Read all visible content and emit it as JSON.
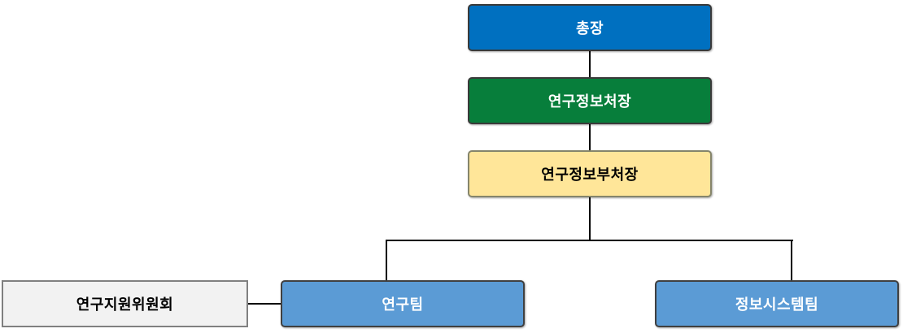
{
  "diagram": {
    "type": "org-chart",
    "nodes": [
      {
        "id": "president",
        "label": "총장",
        "fill": "#0070C0",
        "text_color": "#FFFFFF"
      },
      {
        "id": "research-info-director",
        "label": "연구정보처장",
        "fill": "#077E3B",
        "text_color": "#FFFFFF"
      },
      {
        "id": "research-info-deputy-director",
        "label": "연구정보부처장",
        "fill": "#FFE699",
        "text_color": "#000000"
      },
      {
        "id": "research-support-committee",
        "label": "연구지원위원회",
        "fill": "#F2F2F2",
        "text_color": "#000000"
      },
      {
        "id": "research-team",
        "label": "연구팀",
        "fill": "#5B9BD5",
        "text_color": "#FFFFFF"
      },
      {
        "id": "info-system-team",
        "label": "정보시스템팀",
        "fill": "#5B9BD5",
        "text_color": "#FFFFFF"
      }
    ],
    "edges": [
      {
        "from": "president",
        "to": "research-info-director",
        "style": "vertical"
      },
      {
        "from": "research-info-director",
        "to": "research-info-deputy-director",
        "style": "vertical"
      },
      {
        "from": "research-info-deputy-director",
        "to": "research-team",
        "style": "elbow"
      },
      {
        "from": "research-info-deputy-director",
        "to": "info-system-team",
        "style": "elbow"
      },
      {
        "from": "research-support-committee",
        "to": "research-team",
        "style": "lateral"
      }
    ],
    "connector_color": "#000000"
  }
}
